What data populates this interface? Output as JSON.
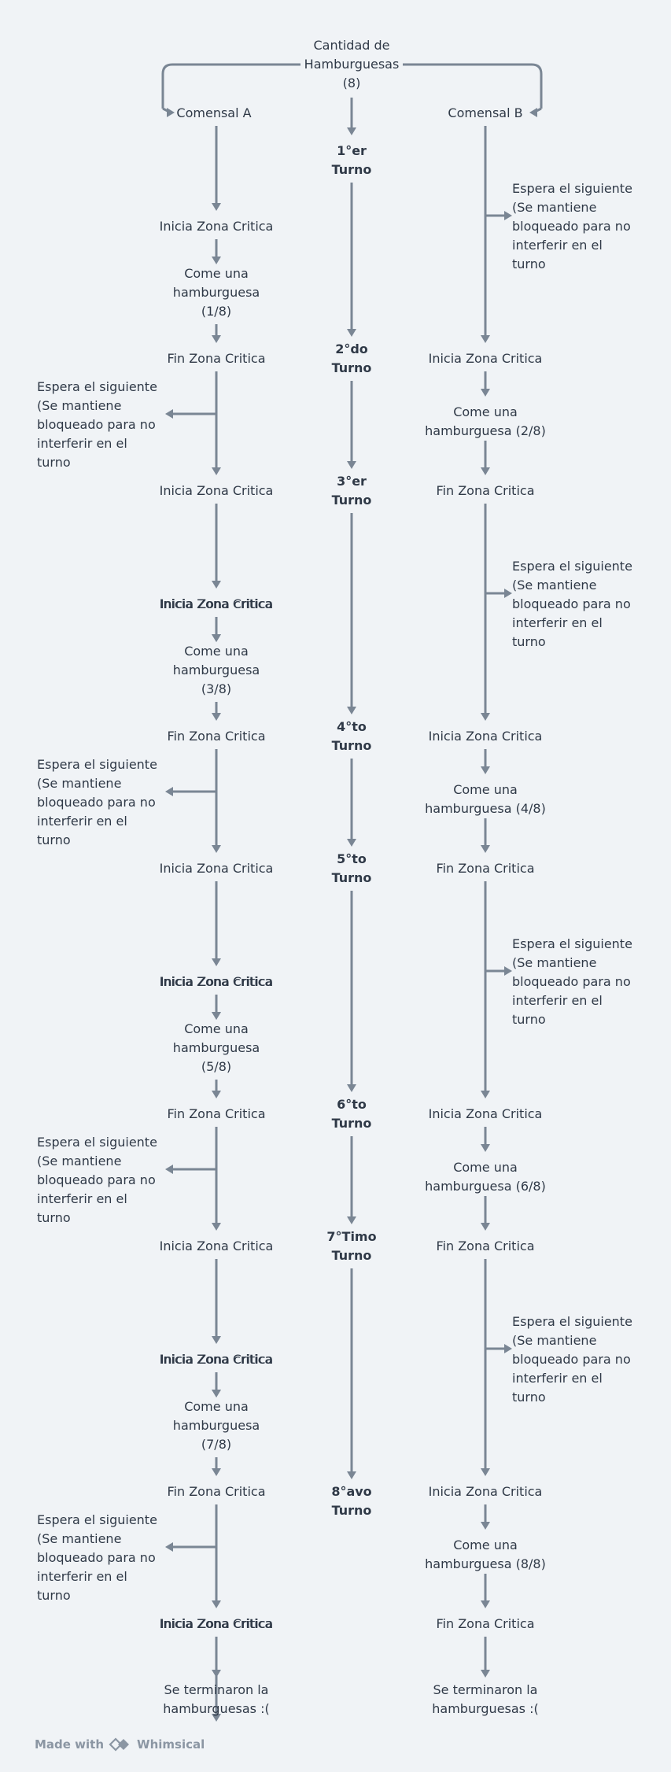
{
  "top": {
    "lines": [
      "Cantidad de",
      "Hamburguesas",
      "(8)"
    ]
  },
  "comensal_a": "Comensal A",
  "comensal_b": "Comensal B",
  "turns": [
    [
      "1°er",
      "Turno"
    ],
    [
      "2°do",
      "Turno"
    ],
    [
      "3°er",
      "Turno"
    ],
    [
      "4°to",
      "Turno"
    ],
    [
      "5°to",
      "Turno"
    ],
    [
      "6°to",
      "Turno"
    ],
    [
      "7°Timo",
      "Turno"
    ],
    [
      "8°avo",
      "Turno"
    ]
  ],
  "labels": {
    "inicia_zona_critica": "Inicia Zona Critica",
    "inicia_zona_critica_lower": "Inicia Zona critica",
    "fin_zona_critica": "Fin Zona Critica",
    "espera": [
      "Espera el siguiente",
      "(Se mantiene",
      "bloqueado para no",
      "interferir en el",
      "turno"
    ],
    "se_terminaron": [
      "Se terminaron la",
      "hamburguesas :("
    ]
  },
  "come_a": [
    [
      "Come una",
      "hamburguesa",
      "(1/8)"
    ],
    [
      "Come una",
      "hamburguesa",
      "(3/8)"
    ],
    [
      "Come una",
      "hamburguesa",
      "(5/8)"
    ],
    [
      "Come una",
      "hamburguesa",
      "(7/8)"
    ]
  ],
  "come_b": [
    [
      "Come una",
      "hamburguesa (2/8)"
    ],
    [
      "Come una",
      "hamburguesa (4/8)"
    ],
    [
      "Come una",
      "hamburguesa (6/8)"
    ],
    [
      "Come una",
      "hamburguesa (8/8)"
    ]
  ],
  "footer": {
    "made_with": "Made with",
    "brand": "Whimsical"
  },
  "colors": {
    "background": "#f0f3f6",
    "connector": "#7a8694",
    "text": "#2f3947",
    "footer": "#8b96a3"
  }
}
